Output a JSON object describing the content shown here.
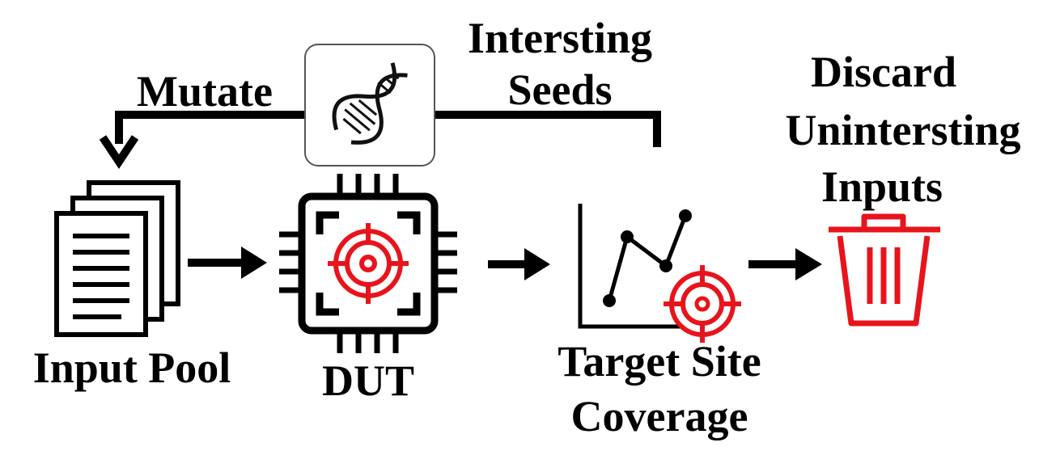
{
  "labels": {
    "mutate": "Mutate",
    "interesting_seeds_line1": "Intersting",
    "interesting_seeds_line2": "Seeds",
    "discard_line1": "Discard",
    "discard_line2": "Unintersting",
    "discard_line3": "Inputs",
    "input_pool": "Input Pool",
    "dut": "DUT",
    "target_line1": "Target Site",
    "target_line2": "Coverage"
  },
  "icons": {
    "mutation": "dna-icon",
    "input_pool": "documents-icon",
    "dut": "chip-target-icon",
    "coverage": "line-chart-icon",
    "target": "crosshair-target-icon",
    "discard": "trash-icon"
  },
  "colors": {
    "ink": "#000000",
    "accent_red": "#e8141c",
    "panel_border": "#555555"
  }
}
